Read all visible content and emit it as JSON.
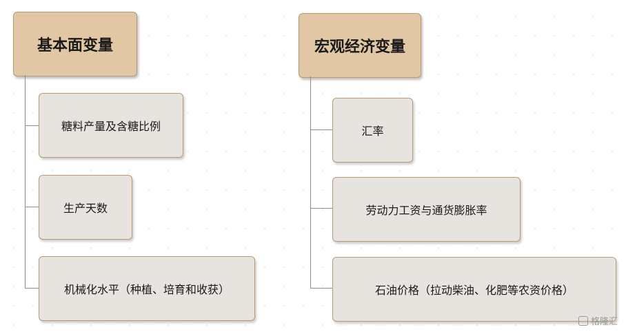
{
  "left_tree": {
    "root": "基本面变量",
    "children": [
      "糖料产量及含糖比例",
      "生产天数",
      "机械化水平（种植、培育和收获）"
    ]
  },
  "right_tree": {
    "root": "宏观经济变量",
    "children": [
      "汇率",
      "劳动力工资与通货膨胀率",
      "石油价格（拉动柴油、化肥等农资价格）"
    ]
  },
  "watermark": {
    "text": "格隆汇",
    "icon": "logo-icon"
  },
  "colors": {
    "root_fill": "#e1c7a3",
    "child_fill": "#e7e3df",
    "border": "#b89a73",
    "connector": "#8c8c8c"
  }
}
